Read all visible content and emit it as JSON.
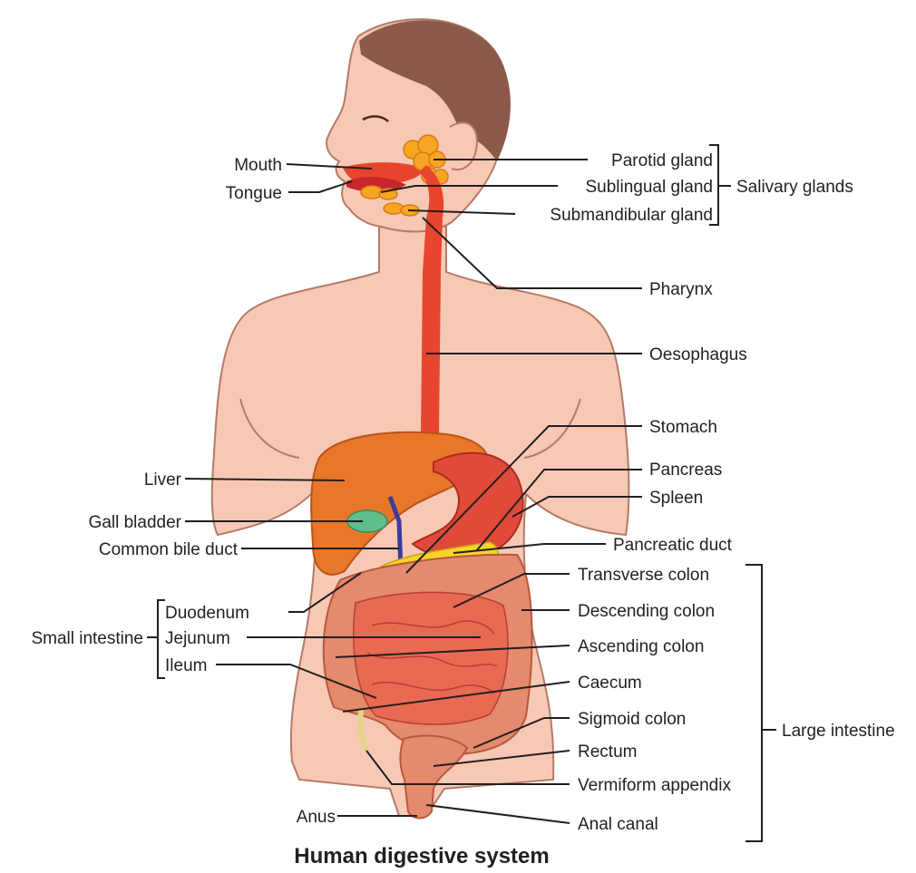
{
  "title": "Human digestive system",
  "labels": {
    "mouth": "Mouth",
    "tongue": "Tongue",
    "parotid_gland": "Parotid gland",
    "sublingual_gland": "Sublingual gland",
    "submandibular_gland": "Submandibular gland",
    "salivary_glands": "Salivary glands",
    "pharynx": "Pharynx",
    "oesophagus": "Oesophagus",
    "stomach": "Stomach",
    "liver": "Liver",
    "pancreas": "Pancreas",
    "spleen": "Spleen",
    "gall_bladder": "Gall bladder",
    "common_bile_duct": "Common bile duct",
    "pancreatic_duct": "Pancreatic duct",
    "transverse_colon": "Transverse colon",
    "descending_colon": "Descending colon",
    "duodenum": "Duodenum",
    "jejunum": "Jejunum",
    "ileum": "Ileum",
    "small_intestine": "Small intestine",
    "ascending_colon": "Ascending colon",
    "caecum": "Caecum",
    "sigmoid_colon": "Sigmoid colon",
    "rectum": "Rectum",
    "large_intestine": "Large intestine",
    "vermiform_appendix": "Vermiform appendix",
    "anus": "Anus",
    "anal_canal": "Anal canal"
  },
  "colors": {
    "skin": "#f7c9b4",
    "skin_outline": "#b47a66",
    "hair": "#8b5a4b",
    "oesophagus": "#e8452f",
    "liver": "#e8772a",
    "stomach": "#e04a3a",
    "gall_bladder": "#5fbf8a",
    "pancreas": "#f6d32a",
    "intestine": "#e58a6c",
    "salivary": "#f6a623",
    "text": "#231f20"
  }
}
